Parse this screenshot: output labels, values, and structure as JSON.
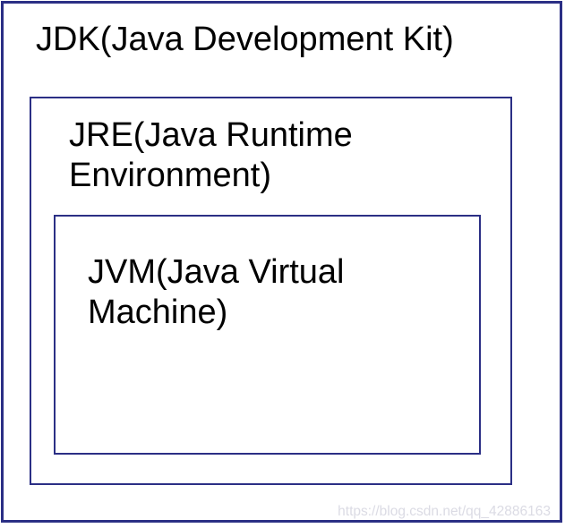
{
  "colors": {
    "border": "#2b2f85",
    "text": "#000000",
    "watermark": "#dbdbe4",
    "background": "#ffffff"
  },
  "diagram": {
    "jdk": {
      "label": "JDK(Java Development Kit)"
    },
    "jre": {
      "lines": [
        "JRE(Java Runtime",
        "Environment)"
      ]
    },
    "jvm": {
      "lines": [
        "JVM(Java Virtual",
        "Machine)"
      ]
    }
  },
  "watermark": {
    "text": "https://blog.csdn.net/qq_42886163"
  }
}
